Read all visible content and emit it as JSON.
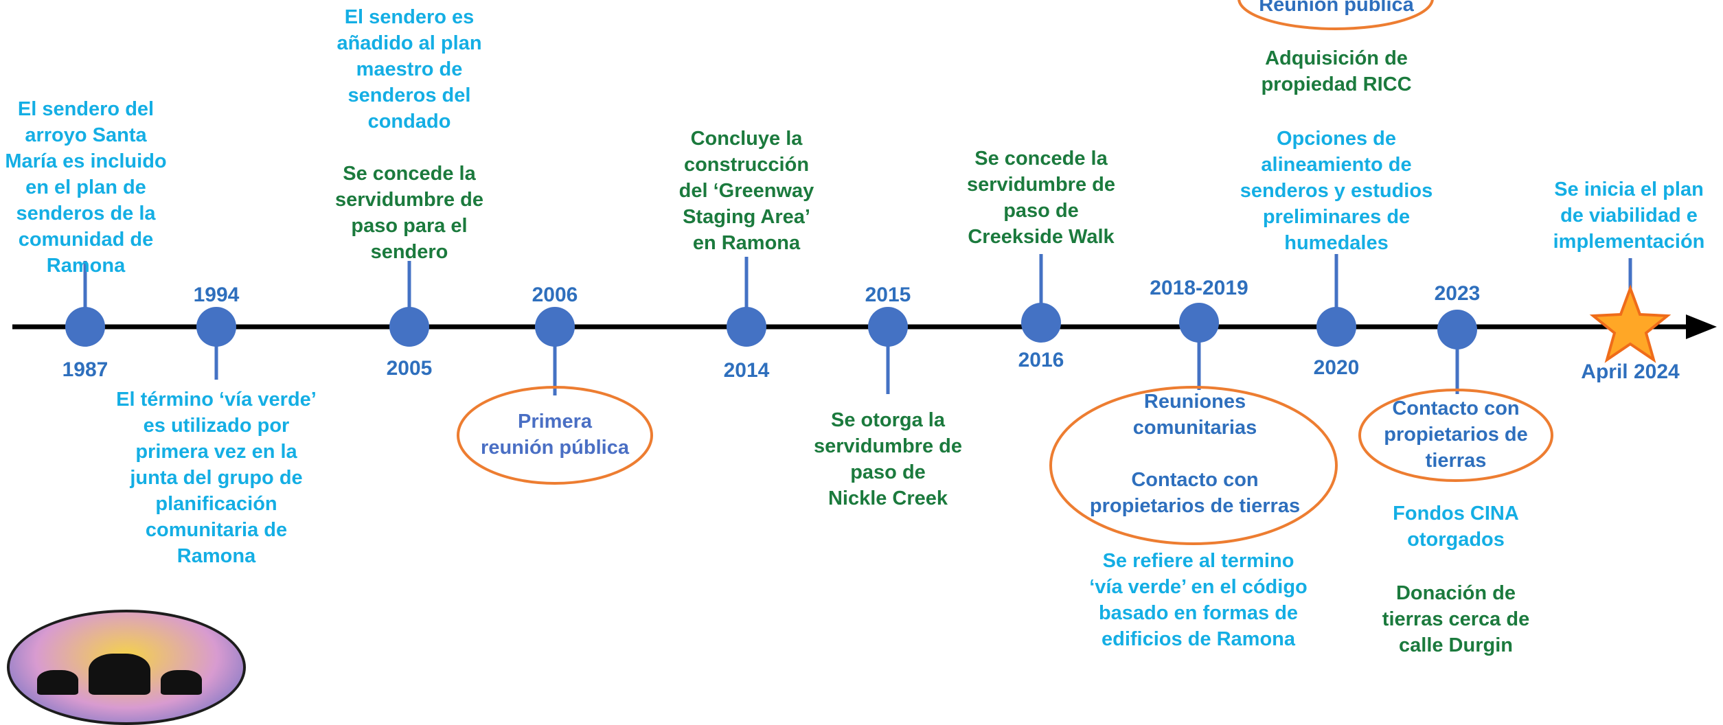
{
  "colors": {
    "axis": "#000000",
    "node": "#4472c4",
    "connector": "#4472c4",
    "highlight_ring": "#ed7d31",
    "star_fill": "#ffa726",
    "text_cyan": "#14aee4",
    "text_green": "#1b7a3d",
    "text_blue": "#2e6fbd"
  },
  "years": {
    "y1987": "1987",
    "y1994": "1994",
    "y2005": "2005",
    "y2006": "2006",
    "y2014": "2014",
    "y2015": "2015",
    "y2016": "2016",
    "y2018": "2018-2019",
    "y2020": "2020",
    "y2023": "2023",
    "y2024": "April 2024"
  },
  "events": {
    "e1987": "El sendero del\narroyo Santa\nMaría es incluido\nen el plan de\nsenderos de la\ncomunidad de\nRamona",
    "e1994": "El término ‘vía verde’\nes utilizado por\nprimera vez en la\njunta del grupo de\nplanificación\ncomunitaria de\nRamona",
    "e2005_top": "El sendero es\nañadido al plan\nmaestro de\nsenderos del\ncondado",
    "e2005_bottom": "Se concede la\nservidumbre de\npaso para el\nsendero",
    "e2006": "Primera\nreunión pública",
    "e2014": "Concluye la\nconstrucción\ndel ‘Greenway\nStaging Area’\nen Ramona",
    "e2015": "Se otorga la\nservidumbre de\npaso de\nNickle Creek",
    "e2016": "Se concede la\nservidumbre de\npaso de\nCreekside Walk",
    "e2018_ring": "Reuniones\ncomunitarias\n\nContacto con\npropietarios de tierras",
    "e2018_below": "Se refiere al termino\n‘vía verde’ en el código\nbasado en formas de\nedificios de Ramona",
    "e2020_ring": "Reunión pública",
    "e2020_green": "Adquisición de\npropiedad RICC",
    "e2020_cyan": "Opciones de\nalineamiento de\nsenderos y estudios\npreliminares de\nhumedales",
    "e2023_ring": "Contacto con\npropietarios de\ntierras",
    "e2023_cyan": "Fondos CINA\notorgados",
    "e2023_green": "Donación de\ntierras cerca de\ncalle Durgin",
    "e2024": "Se inicia el plan\nde viabilidad e\nimplementación"
  }
}
